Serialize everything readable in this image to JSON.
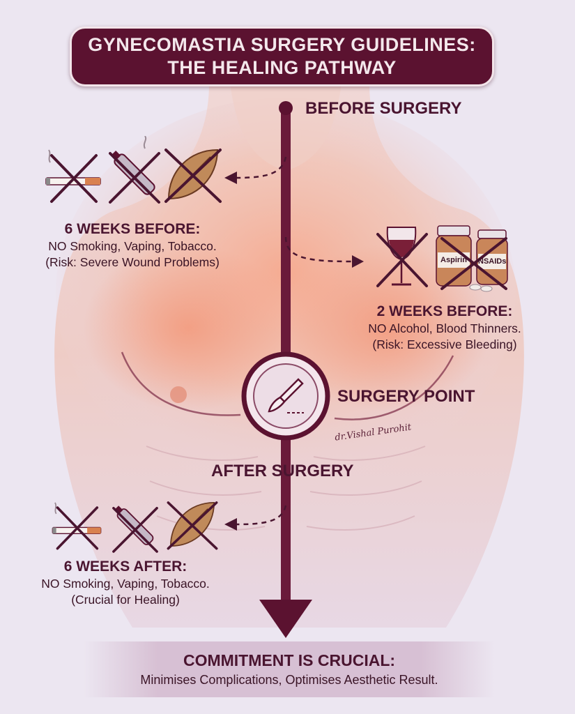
{
  "title": {
    "line1": "GYNECOMASTIA SURGERY GUIDELINES:",
    "line2": "THE HEALING PATHWAY"
  },
  "stages": {
    "before": "BEFORE SURGERY",
    "surgery": "SURGERY POINT",
    "after": "AFTER SURGERY"
  },
  "signature": "dr.Vishal Purohit",
  "blocks": {
    "six_weeks_before": {
      "heading": "6 WEEKS BEFORE:",
      "line1": "NO Smoking, Vaping, Tobacco.",
      "line2": "(Risk: Severe Wound Problems)"
    },
    "two_weeks_before": {
      "heading": "2 WEEKS BEFORE:",
      "line1": "NO Alcohol, Blood Thinners.",
      "line2": "(Risk: Excessive Bleeding)"
    },
    "six_weeks_after": {
      "heading": "6 WEEKS AFTER:",
      "line1": "NO Smoking, Vaping, Tobacco.",
      "line2": "(Crucial for Healing)"
    }
  },
  "bottle_labels": {
    "left": "Aspirin",
    "right": "NSAIDs"
  },
  "footer": {
    "heading": "COMMITMENT IS CRUCIAL:",
    "line": "Minimises Complications, Optimises Aesthetic Result."
  },
  "icons": [
    "cigarette-icon",
    "vape-pen-icon",
    "tobacco-leaf-icon",
    "wine-glass-icon",
    "pill-bottle-icon",
    "scalpel-icon"
  ],
  "colors": {
    "primary": "#5b1230",
    "timeline": "#6a1a3a",
    "background": "#ece6f1",
    "skin": "#f0a98f",
    "cross": "#4a1530"
  }
}
